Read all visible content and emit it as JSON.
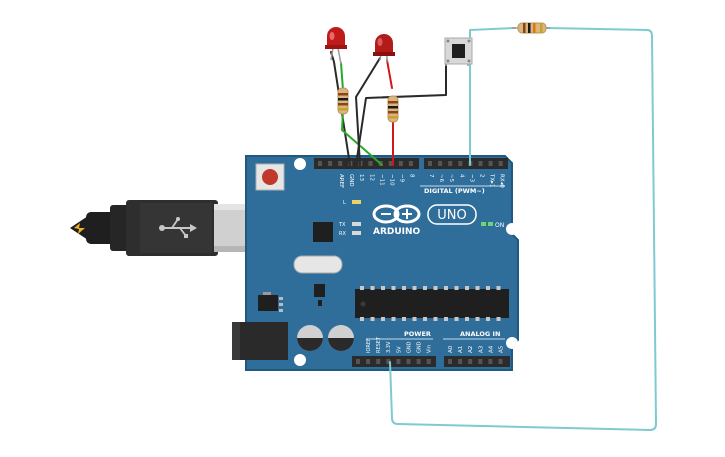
{
  "board": {
    "brand": "ARDUINO",
    "model": "UNO",
    "on_label": "ON",
    "digital_label": "DIGITAL (PWM~)",
    "power_label": "POWER",
    "analog_label": "ANALOG IN",
    "led_l": "L",
    "led_tx": "TX",
    "led_rx": "RX",
    "top_pin_labels": [
      "AREF",
      "GND",
      "13",
      "12",
      "~11",
      "~10",
      "~9",
      "8",
      "7",
      "~6",
      "~5",
      "4",
      "~3",
      "2",
      "TX▸1",
      "RX◂0"
    ],
    "power_pin_labels": [
      "IOREF",
      "RESET",
      "3.3V",
      "5V",
      "GND",
      "GND",
      "Vin"
    ],
    "analog_pin_labels": [
      "A0",
      "A1",
      "A2",
      "A3",
      "A4",
      "A5"
    ]
  },
  "colors": {
    "board": "#2f6e9a",
    "board_edge": "#23587e",
    "header": "#2b2b2b",
    "led_red": "#b31b1b",
    "wire_black": "#2a2a2a",
    "wire_green": "#2aa82a",
    "wire_red": "#d01818",
    "wire_cyan": "#7fcad0",
    "resistor_body": "#d8b583"
  }
}
